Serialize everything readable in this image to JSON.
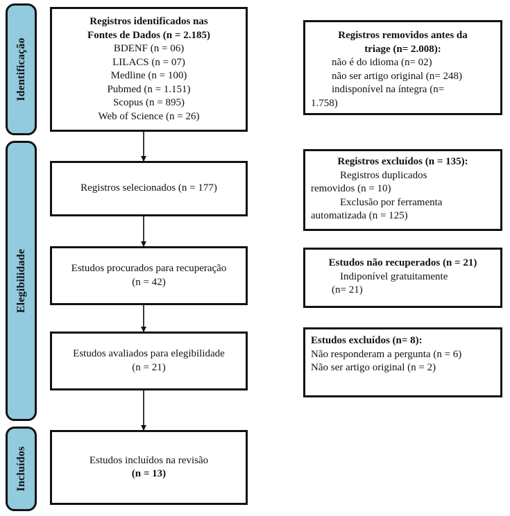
{
  "diagram": {
    "type": "prisma-flow-diagram",
    "language": "pt-BR",
    "accent_color": "#92CADE",
    "border_color": "#111111",
    "background_color": "#FFFFFF"
  },
  "phases": [
    {
      "id": "identificacao",
      "label": "Identificação"
    },
    {
      "id": "elegibilidade",
      "label": "Elegibilidade"
    },
    {
      "id": "incluidos",
      "label": "Incluídos"
    }
  ],
  "left_boxes": [
    {
      "id": "registros-identificados",
      "lines": [
        {
          "text": "Registros identificados nas",
          "bold": true,
          "style": "center"
        },
        {
          "text": "Fontes de Dados (n = 2.185)",
          "bold": true,
          "style": "center"
        },
        {
          "text": "BDENF (n = 06)",
          "bold": false,
          "style": "center"
        },
        {
          "text": "LILACS (n = 07)",
          "bold": false,
          "style": "center"
        },
        {
          "text": "Medline (n = 100)",
          "bold": false,
          "style": "center"
        },
        {
          "text": "Pubmed (n = 1.151)",
          "bold": false,
          "style": "center"
        },
        {
          "text": "Scopus (n = 895)",
          "bold": false,
          "style": "center"
        },
        {
          "text": "Web of Science (n = 26)",
          "bold": false,
          "style": "center"
        }
      ]
    },
    {
      "id": "registros-selecionados",
      "lines": [
        {
          "text": "Registros selecionados (n = 177)",
          "bold": false,
          "style": "center"
        }
      ]
    },
    {
      "id": "estudos-procurados",
      "lines": [
        {
          "text": "Estudos procurados para recuperação",
          "bold": false,
          "style": "center"
        },
        {
          "text": "(n = 42)",
          "bold": false,
          "style": "center"
        }
      ]
    },
    {
      "id": "estudos-avaliados",
      "lines": [
        {
          "text": "Estudos avaliados para elegibilidade",
          "bold": false,
          "style": "center"
        },
        {
          "text": "(n = 21)",
          "bold": false,
          "style": "center"
        }
      ]
    },
    {
      "id": "estudos-incluidos",
      "lines": [
        {
          "text": "Estudos incluídos na revisão",
          "bold": false,
          "style": "center"
        },
        {
          "text": "(n = 13)",
          "bold": true,
          "style": "center"
        }
      ]
    }
  ],
  "right_boxes": [
    {
      "id": "registros-removidos",
      "lines": [
        {
          "text": "Registros removidos antes da",
          "bold": true,
          "style": "center"
        },
        {
          "text": "triage (n= 2.008):",
          "bold": true,
          "style": "center"
        },
        {
          "text": "não é do idioma (n= 02)",
          "bold": false,
          "style": "indent2"
        },
        {
          "text": "não ser artigo original (n= 248)",
          "bold": false,
          "style": "indent2"
        },
        {
          "text": "indisponível na íntegra (n=",
          "bold": false,
          "style": "indent2"
        },
        {
          "text": "1.758)",
          "bold": false,
          "style": "left"
        }
      ]
    },
    {
      "id": "registros-excluidos",
      "lines": [
        {
          "text": "Registros excluídos (n = 135):",
          "bold": true,
          "style": "center"
        },
        {
          "text": "Registros duplicados",
          "bold": false,
          "style": "indent"
        },
        {
          "text": "removidos (n = 10)",
          "bold": false,
          "style": "left"
        },
        {
          "text": "Exclusão por ferramenta",
          "bold": false,
          "style": "indent"
        },
        {
          "text": "automatizada (n = 125)",
          "bold": false,
          "style": "left"
        }
      ]
    },
    {
      "id": "estudos-nao-recuperados",
      "lines": [
        {
          "text": "Estudos não recuperados (n = 21)",
          "bold": true,
          "style": "center"
        },
        {
          "text": "Indiponível gratuitamente",
          "bold": false,
          "style": "indent"
        },
        {
          "text": "(n= 21)",
          "bold": false,
          "style": "indent2"
        }
      ]
    },
    {
      "id": "estudos-excluidos",
      "lines": [
        {
          "text": "Estudos excluídos (n= 8):",
          "bold": true,
          "style": "left"
        },
        {
          "text": "Não responderam a pergunta (n = 6)",
          "bold": false,
          "style": "left"
        },
        {
          "text": "Não ser artigo original (n = 2)",
          "bold": false,
          "style": "left"
        }
      ]
    }
  ],
  "connectors": [
    {
      "id": "arrow-identificados-to-selecionados"
    },
    {
      "id": "arrow-selecionados-to-procurados"
    },
    {
      "id": "arrow-procurados-to-avaliados"
    },
    {
      "id": "arrow-avaliados-to-incluidos"
    }
  ]
}
